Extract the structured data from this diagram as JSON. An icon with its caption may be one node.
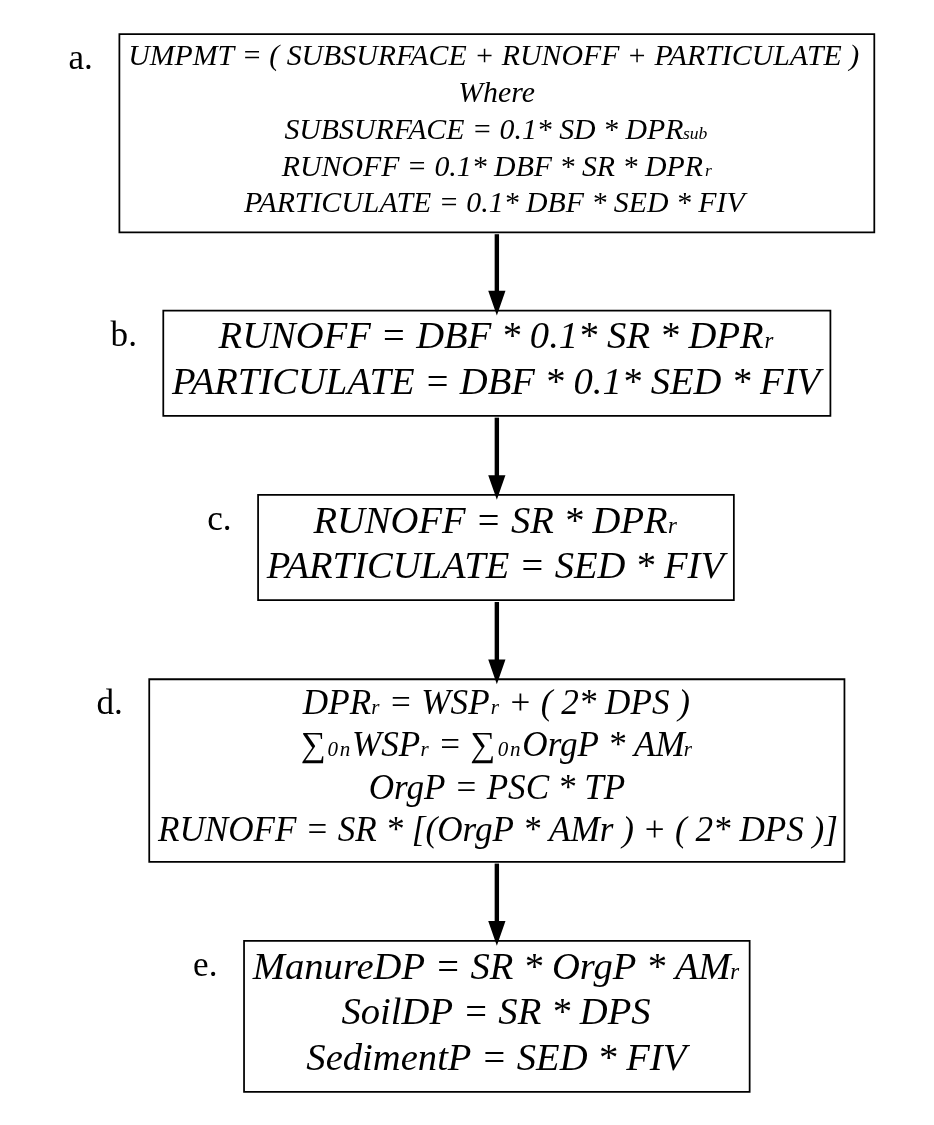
{
  "diagram": {
    "nodes": [
      {
        "text": [
          "UMPMT = ( SUBSURFACE + RUNOFF + PARTICULATE )",
          "Where",
          "SUBSURFACE = 0.1* SD * DPR$_{sub}$",
          "RUNOFF = 0.1* DBF * SR * DPR$_{r}$",
          "PARTICULATE = 0.1* DBF * SED * FIV"
        ],
        "beside": [
          "a."
        ]
      },
      {
        "text": [
          "RUNOFF = DBF * 0.1* SR * DPR$_{r}$",
          "PARTICULATE = DBF * 0.1* SED * FIV"
        ],
        "beside": [
          "b."
        ]
      },
      {
        "text": [
          "RUNOFF = SR * DPR$_{r}$",
          "PARTICULATE = SED * FIV"
        ],
        "beside": [
          "c."
        ]
      },
      {
        "text": [
          "DPR$_{r}$ = WSP$_{r}$ + ( 2* DPS )",
          "∑$_{0}$$^{n}$WSP$_{r}$ = ∑$_{0}$$^{n}$OrgP * AM$_{r}$",
          "OrgP = PSC * TP",
          "RUNOFF = SR * [(OrgP * AMr ) + ( 2* DPS )]"
        ],
        "beside": [
          "d."
        ]
      },
      {
        "text": [
          "ManureDP = SR * OrgP * AM$_{r}$",
          "SoilDP = SR * DPS",
          "SedimentP = SED * FIV"
        ],
        "beside": [
          "e."
        ]
      }
    ],
    "edges": [
      {
        "from": 0,
        "to": 1,
        "arrow": "to"
      },
      {
        "from": 1,
        "to": 2,
        "arrow": "to"
      },
      {
        "from": 2,
        "to": 3,
        "arrow": "to"
      },
      {
        "from": 3,
        "to": 4,
        "arrow": "to"
      }
    ]
  }
}
